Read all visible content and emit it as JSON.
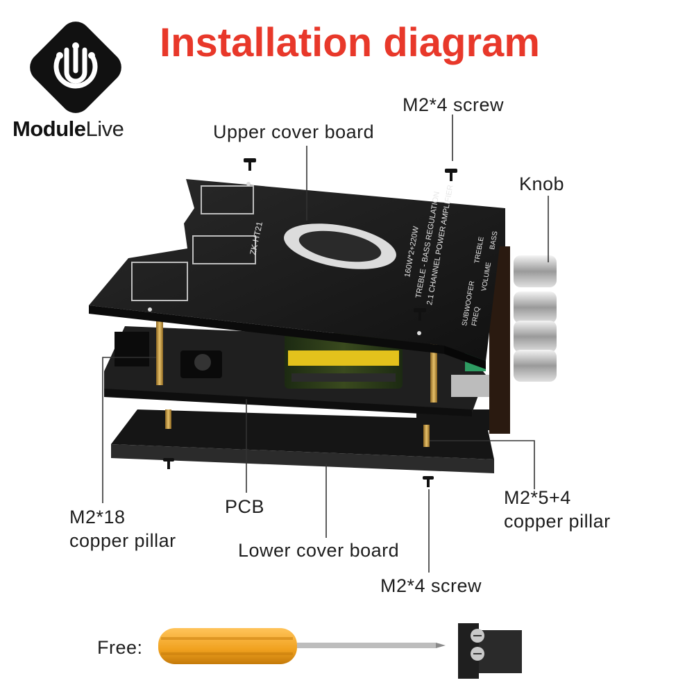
{
  "brand": {
    "name_bold": "Module",
    "name_light": "Live"
  },
  "title": "Installation diagram",
  "labels": {
    "upper_cover_board": "Upper cover board",
    "top_screw": "M2*4 screw",
    "knob": "Knob",
    "m218_line1": "M2*18",
    "m218_line2": "copper pillar",
    "pcb": "PCB",
    "lower_cover_board": "Lower cover board",
    "bottom_screw": "M2*4 screw",
    "m254_line1": "M2*5+4",
    "m254_line2": "copper pillar",
    "free": "Free:"
  },
  "board_print": {
    "model": "ZK-HT21",
    "spec_line1": "160W*2+220W",
    "spec_line2": "TREBLE - BASS REGULATION",
    "spec_line3": "2.1 CHANNEL POWER AMPLIFIER",
    "knob_labels": [
      "SUBWOOFER",
      "FREQ",
      "VOLUME",
      "TREBLE",
      "BASS"
    ]
  },
  "colors": {
    "title": "#e8382a",
    "board": "#1b1b1b",
    "pillar": "#c89a3c",
    "screwdriver_handle": "#f0a11e",
    "leader_line": "#333333"
  }
}
